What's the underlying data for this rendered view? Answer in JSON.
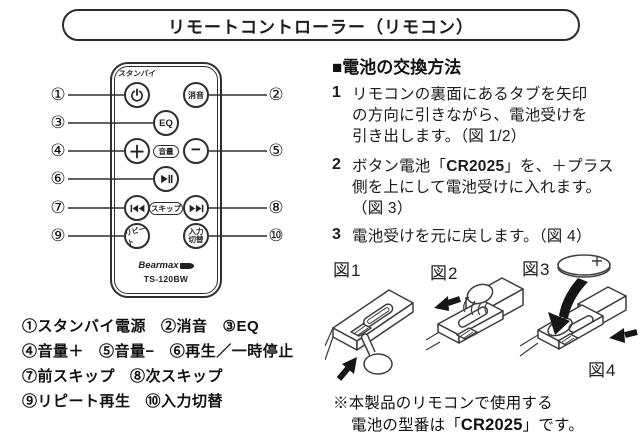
{
  "title": "リモートコントローラー（リモコン）",
  "remote": {
    "standby_label": "スタンバイ",
    "mute_label": "消音",
    "eq_label": "EQ",
    "plus_label": "＋",
    "minus_label": "−",
    "volume_label": "音量",
    "skip_label": "スキップ",
    "repeat_label": "リピート",
    "input_line1": "入力",
    "input_line2": "切替",
    "brand": "Bearmax",
    "model": "TS-120BW"
  },
  "callouts": [
    "①",
    "②",
    "③",
    "④",
    "⑤",
    "⑥",
    "⑦",
    "⑧",
    "⑨",
    "⑩"
  ],
  "legend": {
    "row1": [
      "①スタンバイ電源",
      "②消音",
      "③EQ"
    ],
    "row2": [
      "④音量＋",
      "⑤音量−",
      "⑥再生／一時停止"
    ],
    "row3": [
      "⑦前スキップ",
      "⑧次スキップ"
    ],
    "row4": [
      "⑨リピート再生",
      "⑩入力切替"
    ]
  },
  "battery_section": {
    "heading": "■電池の交換方法",
    "step1": {
      "num": "1",
      "line1": "リモコンの裏面にあるタブを矢印",
      "line2": "の方向に引きながら、電池受けを",
      "line3": "引き出します。（図 1/2）"
    },
    "step2": {
      "num": "2",
      "line1_pre": "ボタン電池「",
      "line1_bold": "CR2025",
      "line1_post": "」を、＋プラス",
      "line2": "側を上にして電池受けに入れます。",
      "line3": "（図 3）"
    },
    "step3": {
      "num": "3",
      "line1": "電池受けを元に戻します。（図 4）"
    }
  },
  "figures": {
    "fig1": "図1",
    "fig2": "図2",
    "fig3": "図3",
    "fig4": "図4"
  },
  "note": {
    "line1": "※本製品のリモコンで使用する",
    "line2_pre": "電池の型番は「",
    "line2_bold": "CR2025",
    "line2_post": "」です。"
  }
}
